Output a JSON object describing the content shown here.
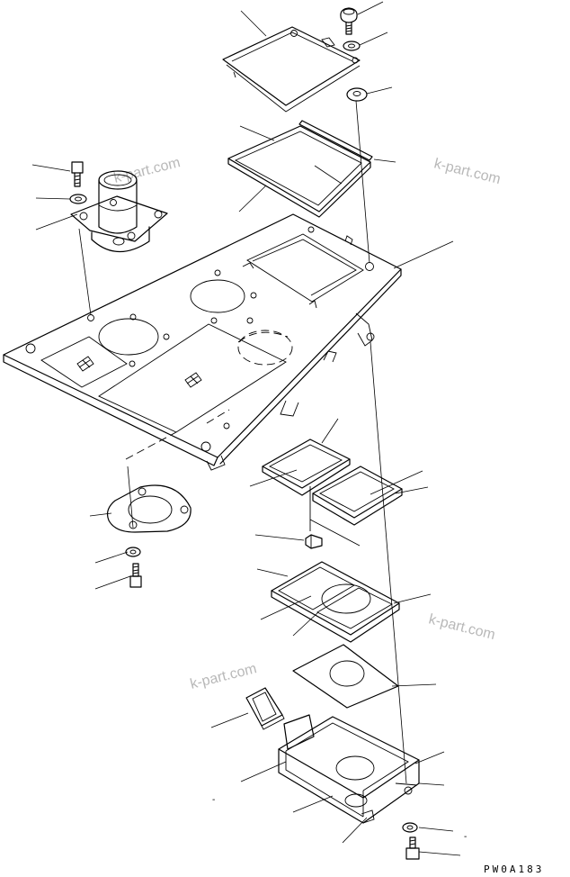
{
  "drawing": {
    "reference_code": "PW0A183",
    "watermarks": [
      "k-part.com",
      "k-part.com",
      "k-part.com",
      "k-part.com"
    ],
    "marks": [
      "-",
      "-"
    ]
  },
  "parts": [
    {
      "name": "top-cover-plate"
    },
    {
      "name": "knob-bolt"
    },
    {
      "name": "washer-top"
    },
    {
      "name": "grommet-top"
    },
    {
      "name": "cover-frame-seal"
    },
    {
      "name": "seal-strip"
    },
    {
      "name": "upper-bolt"
    },
    {
      "name": "upper-washer"
    },
    {
      "name": "steering-column-flange"
    },
    {
      "name": "main-floor-plate"
    },
    {
      "name": "mounting-bracket"
    },
    {
      "name": "left-bolt"
    },
    {
      "name": "left-washer"
    },
    {
      "name": "tray-frame-a"
    },
    {
      "name": "tray-frame-b"
    },
    {
      "name": "clip"
    },
    {
      "name": "double-tray-frame"
    },
    {
      "name": "gasket-plate"
    },
    {
      "name": "small-frame"
    },
    {
      "name": "under-box"
    },
    {
      "name": "bottom-washer"
    },
    {
      "name": "bottom-bolt"
    }
  ]
}
